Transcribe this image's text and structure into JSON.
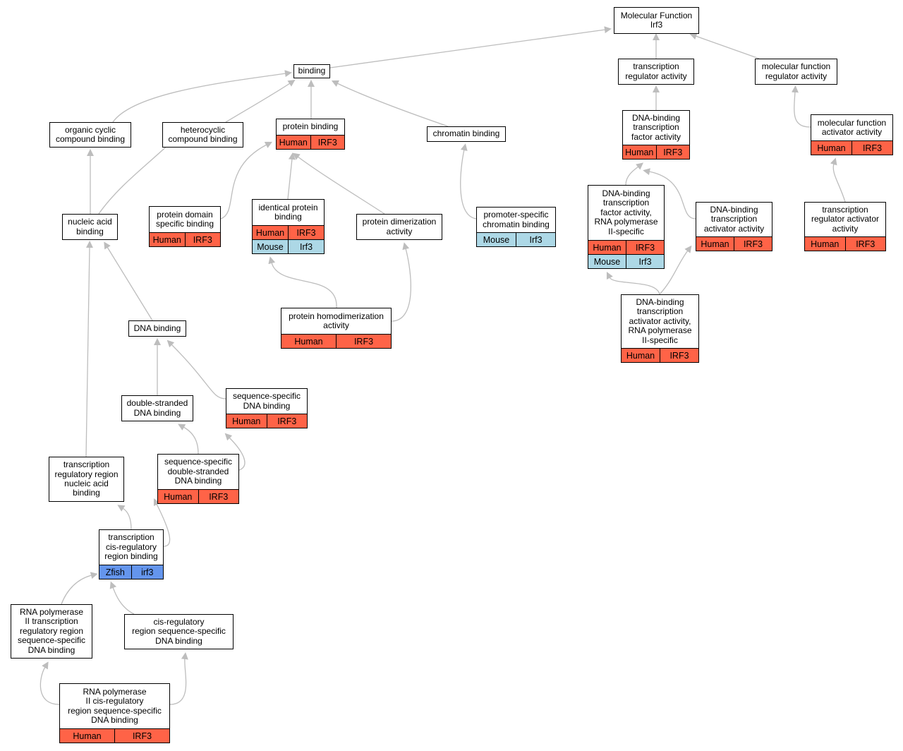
{
  "colors": {
    "human": "#ff6347",
    "mouse": "#add8e6",
    "zfish": "#6495ed",
    "edge": "#bdbdbd"
  },
  "nodes": {
    "mf_irf3": {
      "lines": [
        "Molecular Function",
        "Irf3"
      ],
      "annotations": []
    },
    "binding": {
      "lines": [
        "binding"
      ],
      "annotations": []
    },
    "tra": {
      "lines": [
        "transcription",
        "regulator activity"
      ],
      "annotations": []
    },
    "mfra": {
      "lines": [
        "molecular function",
        "regulator activity"
      ],
      "annotations": []
    },
    "occb": {
      "lines": [
        "organic cyclic",
        "compound binding"
      ],
      "annotations": []
    },
    "hccb": {
      "lines": [
        "heterocyclic",
        "compound binding"
      ],
      "annotations": []
    },
    "pb": {
      "lines": [
        "protein binding"
      ],
      "annotations": [
        {
          "species": "Human",
          "gene": "IRF3"
        }
      ]
    },
    "cb": {
      "lines": [
        "chromatin binding"
      ],
      "annotations": []
    },
    "dbtfa": {
      "lines": [
        "DNA-binding",
        "transcription",
        "factor activity"
      ],
      "annotations": [
        {
          "species": "Human",
          "gene": "IRF3"
        }
      ]
    },
    "mfaa": {
      "lines": [
        "molecular function",
        "activator activity"
      ],
      "annotations": [
        {
          "species": "Human",
          "gene": "IRF3"
        }
      ]
    },
    "nab": {
      "lines": [
        "nucleic acid",
        "binding"
      ],
      "annotations": []
    },
    "pdsb": {
      "lines": [
        "protein domain",
        "specific binding"
      ],
      "annotations": [
        {
          "species": "Human",
          "gene": "IRF3"
        }
      ]
    },
    "ipb": {
      "lines": [
        "identical protein",
        "binding"
      ],
      "annotations": [
        {
          "species": "Human",
          "gene": "IRF3"
        },
        {
          "species": "Mouse",
          "gene": "Irf3"
        }
      ]
    },
    "pda": {
      "lines": [
        "protein dimerization",
        "activity"
      ],
      "annotations": []
    },
    "pscb": {
      "lines": [
        "promoter-specific",
        "chromatin binding"
      ],
      "annotations": [
        {
          "species": "Mouse",
          "gene": "Irf3"
        }
      ]
    },
    "dbtfa_rnap2": {
      "lines": [
        "DNA-binding",
        "transcription",
        "factor activity,",
        "RNA polymerase",
        "II-specific"
      ],
      "annotations": [
        {
          "species": "Human",
          "gene": "IRF3"
        },
        {
          "species": "Mouse",
          "gene": "Irf3"
        }
      ]
    },
    "dbtaa": {
      "lines": [
        "DNA-binding",
        "transcription",
        "activator activity"
      ],
      "annotations": [
        {
          "species": "Human",
          "gene": "IRF3"
        }
      ]
    },
    "traa": {
      "lines": [
        "transcription",
        "regulator activator",
        "activity"
      ],
      "annotations": [
        {
          "species": "Human",
          "gene": "IRF3"
        }
      ]
    },
    "phda": {
      "lines": [
        "protein homodimerization",
        "activity"
      ],
      "annotations": [
        {
          "species": "Human",
          "gene": "IRF3"
        }
      ]
    },
    "dbtaa_rnap2": {
      "lines": [
        "DNA-binding",
        "transcription",
        "activator activity,",
        "RNA polymerase",
        "II-specific"
      ],
      "annotations": [
        {
          "species": "Human",
          "gene": "IRF3"
        }
      ]
    },
    "dnab": {
      "lines": [
        "DNA binding"
      ],
      "annotations": []
    },
    "dsdb": {
      "lines": [
        "double-stranded",
        "DNA binding"
      ],
      "annotations": []
    },
    "ssdb": {
      "lines": [
        "sequence-specific",
        "DNA binding"
      ],
      "annotations": [
        {
          "species": "Human",
          "gene": "IRF3"
        }
      ]
    },
    "trrnab": {
      "lines": [
        "transcription",
        "regulatory region",
        "nucleic acid",
        "binding"
      ],
      "annotations": []
    },
    "ssdsdb": {
      "lines": [
        "sequence-specific",
        "double-stranded",
        "DNA binding"
      ],
      "annotations": [
        {
          "species": "Human",
          "gene": "IRF3"
        }
      ]
    },
    "tcrrb": {
      "lines": [
        "transcription",
        "cis-regulatory",
        "region binding"
      ],
      "annotations": [
        {
          "species": "Zfish",
          "gene": "irf3"
        }
      ]
    },
    "rnap2trr": {
      "lines": [
        "RNA polymerase",
        "II transcription",
        "regulatory region",
        "sequence-specific",
        "DNA binding"
      ],
      "annotations": []
    },
    "crrssdb": {
      "lines": [
        "cis-regulatory",
        "region sequence-specific",
        "DNA binding"
      ],
      "annotations": []
    },
    "rnap2crr": {
      "lines": [
        "RNA polymerase",
        "II cis-regulatory",
        "region sequence-specific",
        "DNA binding"
      ],
      "annotations": [
        {
          "species": "Human",
          "gene": "IRF3"
        }
      ]
    }
  },
  "edges": [
    {
      "from": "binding",
      "to": "mf_irf3"
    },
    {
      "from": "tra",
      "to": "mf_irf3"
    },
    {
      "from": "mfra",
      "to": "mf_irf3"
    },
    {
      "from": "occb",
      "to": "binding"
    },
    {
      "from": "hccb",
      "to": "binding"
    },
    {
      "from": "pb",
      "to": "binding"
    },
    {
      "from": "cb",
      "to": "binding"
    },
    {
      "from": "dbtfa",
      "to": "tra"
    },
    {
      "from": "mfaa",
      "to": "mfra"
    },
    {
      "from": "nab",
      "to": "occb"
    },
    {
      "from": "nab",
      "to": "hccb"
    },
    {
      "from": "pdsb",
      "to": "pb"
    },
    {
      "from": "ipb",
      "to": "pb"
    },
    {
      "from": "pda",
      "to": "pb"
    },
    {
      "from": "pscb",
      "to": "cb"
    },
    {
      "from": "dbtfa_rnap2",
      "to": "dbtfa"
    },
    {
      "from": "dbtaa",
      "to": "dbtfa"
    },
    {
      "from": "traa",
      "to": "mfaa"
    },
    {
      "from": "phda",
      "to": "ipb"
    },
    {
      "from": "phda",
      "to": "pda"
    },
    {
      "from": "dbtaa_rnap2",
      "to": "dbtfa_rnap2"
    },
    {
      "from": "dbtaa_rnap2",
      "to": "dbtaa"
    },
    {
      "from": "dnab",
      "to": "nab"
    },
    {
      "from": "trrnab",
      "to": "nab"
    },
    {
      "from": "dsdb",
      "to": "dnab"
    },
    {
      "from": "ssdb",
      "to": "dnab"
    },
    {
      "from": "ssdsdb",
      "to": "dsdb"
    },
    {
      "from": "ssdsdb",
      "to": "ssdb"
    },
    {
      "from": "tcrrb",
      "to": "trrnab"
    },
    {
      "from": "tcrrb",
      "to": "ssdsdb"
    },
    {
      "from": "rnap2trr",
      "to": "tcrrb"
    },
    {
      "from": "crrssdb",
      "to": "tcrrb"
    },
    {
      "from": "rnap2crr",
      "to": "rnap2trr"
    },
    {
      "from": "rnap2crr",
      "to": "crrssdb"
    }
  ]
}
